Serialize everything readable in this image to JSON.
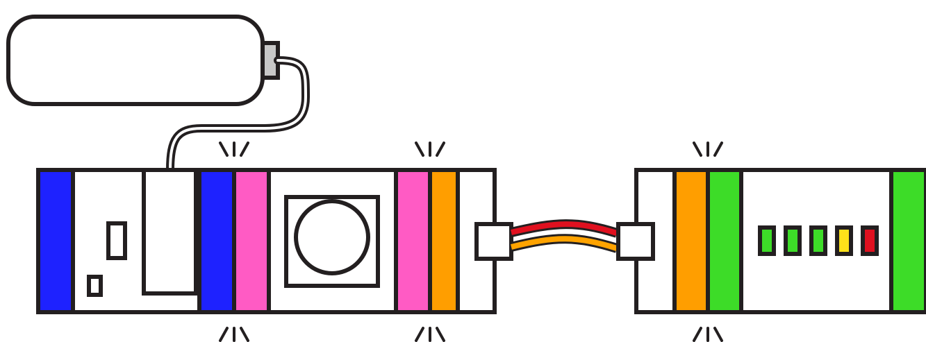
{
  "colors": {
    "outline": "#231f20",
    "background": "#ffffff",
    "blue": "#1e22ff",
    "pink": "#ff5bc4",
    "orange": "#ff9e00",
    "green": "#3ddc28",
    "yellow": "#ffe11a",
    "red": "#e0101f",
    "wire_red": "#e0101f",
    "wire_orange": "#ffa300",
    "battery_cap": "#c8c8c8",
    "led_on_green": "#3ddc28"
  },
  "diagram": {
    "battery": {
      "icon": "battery-pack-icon"
    },
    "power_module": {
      "icon": "power-module-icon",
      "edges": [
        "blue",
        "blue"
      ]
    },
    "button_module": {
      "icon": "button-module-icon",
      "edges": [
        "pink",
        "pink"
      ]
    },
    "wire_module": {
      "icon": "wire-module-icon",
      "edges": [
        "orange",
        "orange"
      ]
    },
    "bargraph_module": {
      "icon": "bargraph-module-icon",
      "edges": [
        "green",
        "green"
      ],
      "leds": [
        "green",
        "green",
        "green",
        "yellow",
        "red"
      ]
    },
    "snap_indicators": {
      "icon": "snap-spark-icon",
      "count": 6
    }
  }
}
